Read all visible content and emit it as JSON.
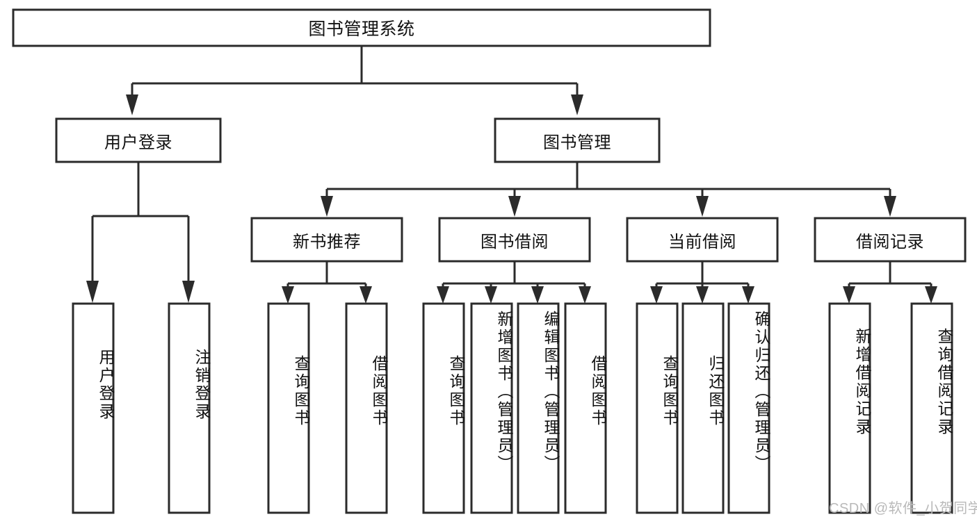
{
  "diagram": {
    "type": "tree",
    "title": "图书管理系统",
    "watermark": "CSDN @软件_小贺同学",
    "colors": {
      "stroke": "#2b2b2b",
      "box_fill": "#ffffff",
      "text": "#111111",
      "watermark": "#b9b9b9",
      "background": "#ffffff"
    },
    "root": {
      "label": "图书管理系统"
    },
    "level2": [
      {
        "label": "用户登录"
      },
      {
        "label": "图书管理"
      }
    ],
    "level3": [
      {
        "label": "新书推荐"
      },
      {
        "label": "图书借阅"
      },
      {
        "label": "当前借阅"
      },
      {
        "label": "借阅记录"
      }
    ],
    "leaves": {
      "user_login": [
        {
          "label": "用户登录"
        },
        {
          "label": "注销登录"
        }
      ],
      "new_book_recommend": [
        {
          "label": "查询图书"
        },
        {
          "label": "借阅图书"
        }
      ],
      "book_borrow": [
        {
          "label": "查询图书"
        },
        {
          "label": "新增图书（管理员）"
        },
        {
          "label": "编辑图书（管理员）"
        },
        {
          "label": "借阅图书"
        }
      ],
      "current_borrow": [
        {
          "label": "查询图书"
        },
        {
          "label": "归还图书"
        },
        {
          "label": "确认归还（管理员）"
        }
      ],
      "borrow_record": [
        {
          "label": "新增借阅记录"
        },
        {
          "label": "查询借阅记录"
        }
      ]
    }
  }
}
